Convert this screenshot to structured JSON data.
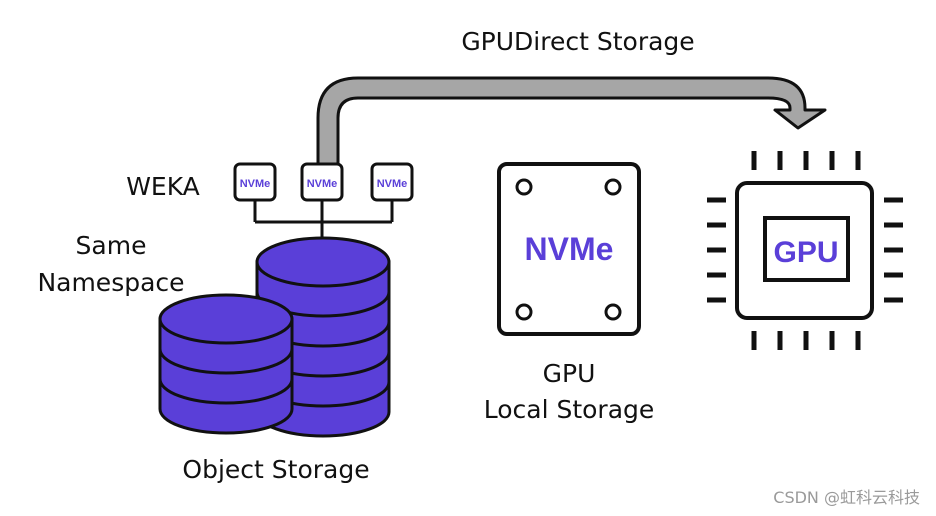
{
  "labels": {
    "gpudirect": "GPUDirect Storage",
    "weka": "WEKA",
    "same_namespace_line1": "Same",
    "same_namespace_line2": "Namespace",
    "object_storage": "Object Storage",
    "gpu_local_line1": "GPU",
    "gpu_local_line2": "Local Storage",
    "watermark": "CSDN @虹科云科技"
  },
  "nvme_chips": [
    "NVMe",
    "NVMe",
    "NVMe"
  ],
  "nvme_card": "NVMe",
  "gpu_chip": "GPU",
  "colors": {
    "accent": "#5a3fd8",
    "arrow_fill": "#a6a6a6",
    "outline": "#111111"
  }
}
